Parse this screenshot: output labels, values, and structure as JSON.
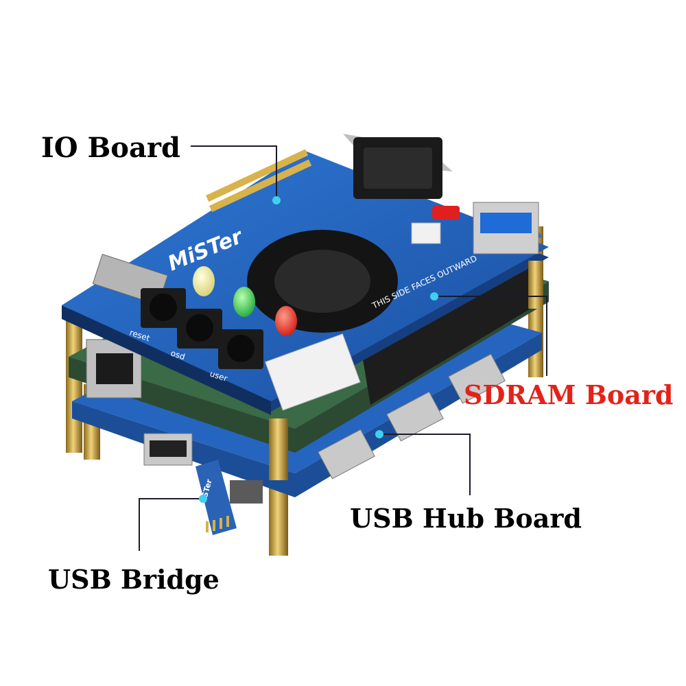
{
  "labels": {
    "io_board": "IO Board",
    "sdram_board": "SDRAM Board",
    "usb_hub_board": "USB Hub Board",
    "usb_bridge": "USB Bridge"
  },
  "pcb_text": {
    "logo": "MiSTer",
    "side_note": "THIS SIDE FACES OUTWARD",
    "btn_reset": "reset",
    "btn_osd": "osd",
    "btn_user": "user",
    "bridge_logo": "MiSTer"
  },
  "colors": {
    "sdram_label": "#e2231a",
    "leader_line": "#1a1a2e",
    "dot": "#3fd0f0",
    "pcb_blue": "#1f5fb8",
    "pcb_green": "#2f5a3a"
  }
}
